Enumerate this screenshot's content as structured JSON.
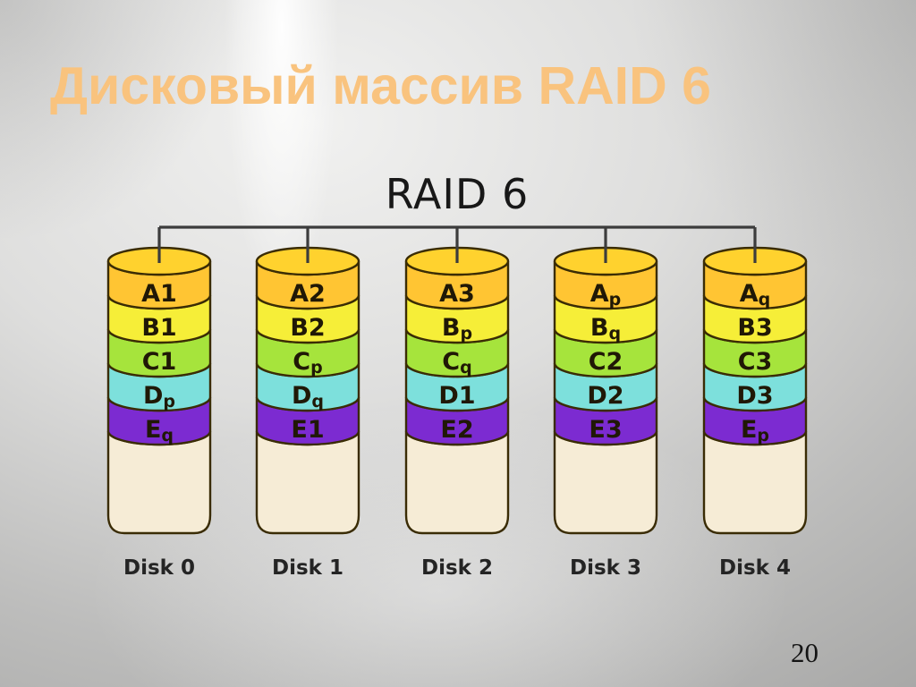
{
  "slide": {
    "title": "Дисковый массив RAID 6",
    "page_number": "20",
    "title_color": "#f9c37e"
  },
  "diagram": {
    "heading": "RAID 6",
    "disks": [
      {
        "label": "Disk 0",
        "blocks": [
          {
            "main": "A1",
            "sub": ""
          },
          {
            "main": "B1",
            "sub": ""
          },
          {
            "main": "C1",
            "sub": ""
          },
          {
            "main": "D",
            "sub": "p"
          },
          {
            "main": "E",
            "sub": "q"
          }
        ]
      },
      {
        "label": "Disk 1",
        "blocks": [
          {
            "main": "A2",
            "sub": ""
          },
          {
            "main": "B2",
            "sub": ""
          },
          {
            "main": "C",
            "sub": "p"
          },
          {
            "main": "D",
            "sub": "q"
          },
          {
            "main": "E1",
            "sub": ""
          }
        ]
      },
      {
        "label": "Disk 2",
        "blocks": [
          {
            "main": "A3",
            "sub": ""
          },
          {
            "main": "B",
            "sub": "p"
          },
          {
            "main": "C",
            "sub": "q"
          },
          {
            "main": "D1",
            "sub": ""
          },
          {
            "main": "E2",
            "sub": ""
          }
        ]
      },
      {
        "label": "Disk 3",
        "blocks": [
          {
            "main": "A",
            "sub": "p"
          },
          {
            "main": "B",
            "sub": "q"
          },
          {
            "main": "C2",
            "sub": ""
          },
          {
            "main": "D2",
            "sub": ""
          },
          {
            "main": "E3",
            "sub": ""
          }
        ]
      },
      {
        "label": "Disk 4",
        "blocks": [
          {
            "main": "A",
            "sub": "q"
          },
          {
            "main": "B3",
            "sub": ""
          },
          {
            "main": "C3",
            "sub": ""
          },
          {
            "main": "D3",
            "sub": ""
          },
          {
            "main": "E",
            "sub": "p"
          }
        ]
      }
    ],
    "colors": {
      "top": "#ffd22e",
      "band_a": "#ffc533",
      "band_b": "#f6ee38",
      "band_c": "#a6e43c",
      "band_d": "#7de0dc",
      "band_e": "#7c2bd1",
      "body": "#f6ecd6",
      "outline": "#3a2c05",
      "bus": "#3c3c3c"
    }
  }
}
